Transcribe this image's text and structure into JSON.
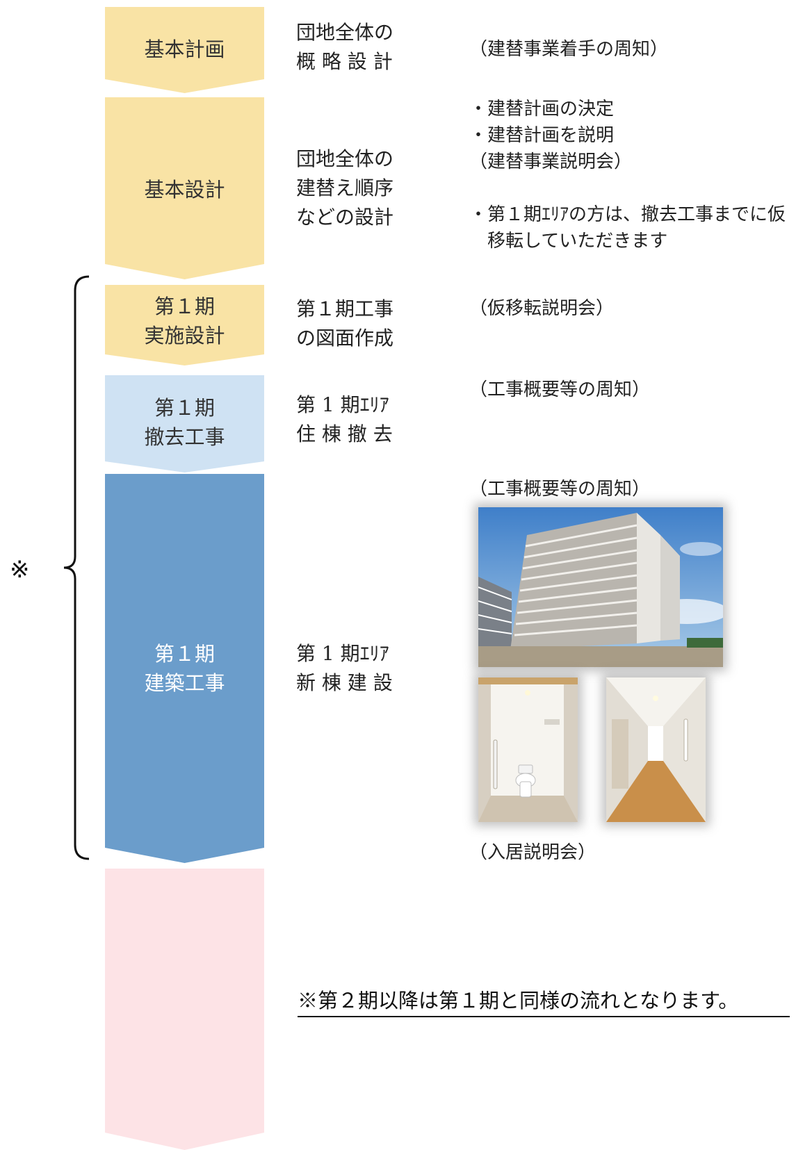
{
  "colors": {
    "yellow": "#f9e3a5",
    "lightblue": "#cfe2f3",
    "blue": "#6b9dcb",
    "pink": "#fde3e6",
    "blue_text": "#ffffff"
  },
  "stages": [
    {
      "label": "基本計画",
      "description": "団地全体の\n概 略 設 計"
    },
    {
      "label": "基本設計",
      "description": "団地全体の\n建替え順序\nなどの設計"
    },
    {
      "label": "第１期\n実施設計",
      "description": "第１期工事\nの図面作成"
    },
    {
      "label": "第１期\n撤去工事",
      "description": "第 1 期ｴﾘｱ\n住 棟 撤 去"
    },
    {
      "label": "第１期\n建築工事",
      "description": "第 1 期ｴﾘｱ\n新 棟 建 設"
    },
    {
      "label": "",
      "description": ""
    }
  ],
  "notes": {
    "n1": "（建替事業着手の周知）",
    "n2a": "・建替計画の決定",
    "n2b": "・建替計画を説明",
    "n2c": "（建替事業説明会）",
    "n2d": "・第１期ｴﾘｱの方は、撤去工事までに仮",
    "n2e": "　移転していただきます",
    "n3": "（仮移転説明会）",
    "n4": "（工事概要等の周知）",
    "n5": "（工事概要等の周知）",
    "n6": "（入居説明会）"
  },
  "bracket_mark": "※",
  "closing_note": "※第２期以降は第１期と同様の流れとなります。",
  "photos": {
    "building": "apartment-building-photo",
    "toilet": "toilet-room-photo",
    "hallway": "hallway-photo"
  }
}
